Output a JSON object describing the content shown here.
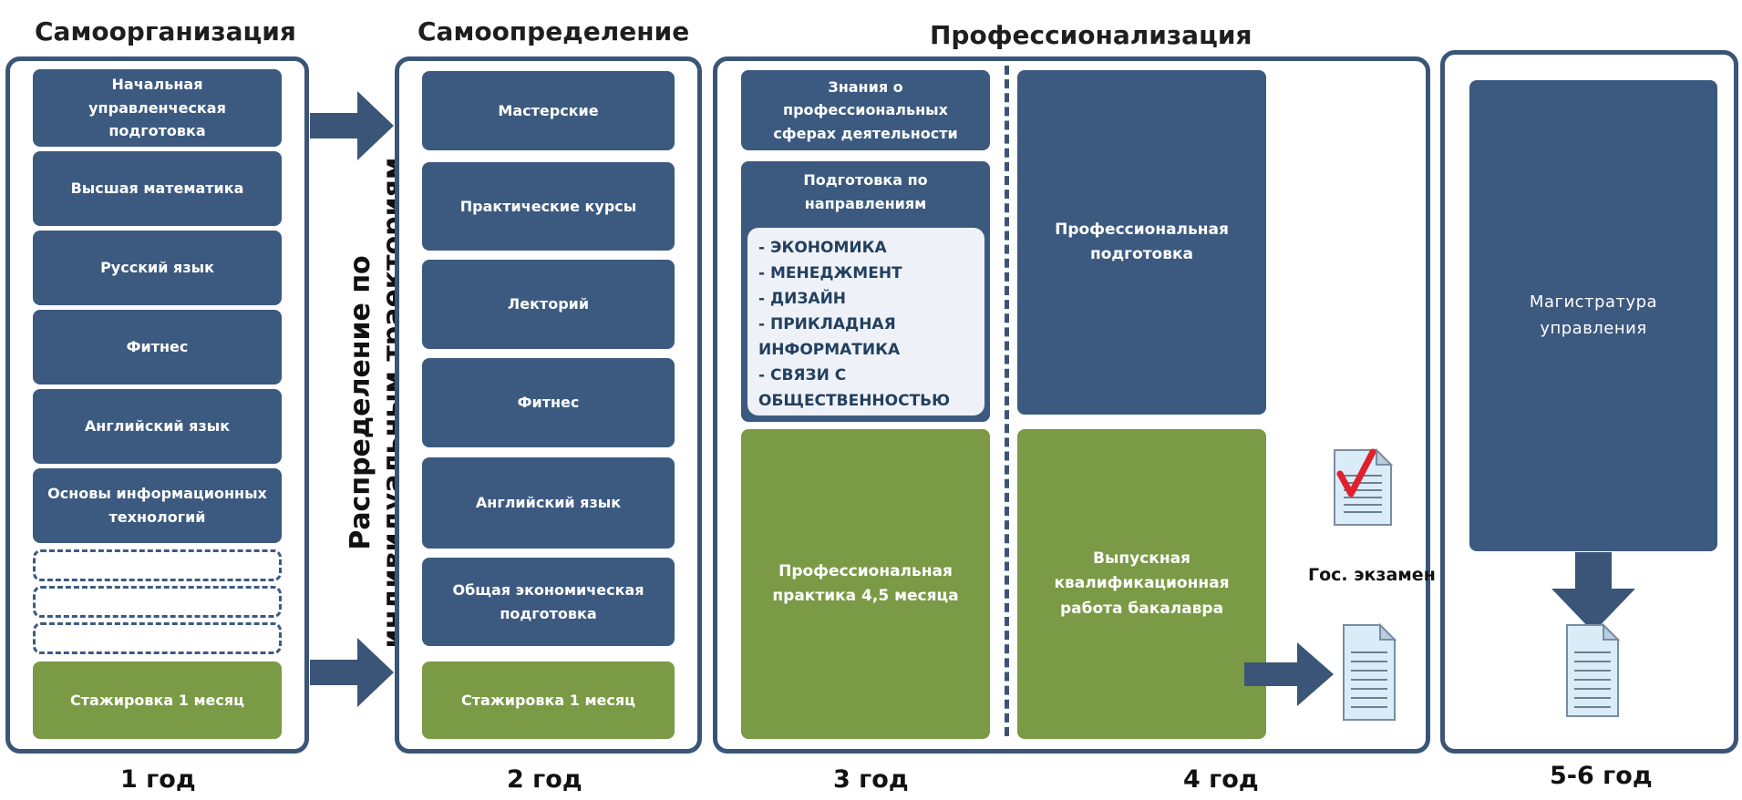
{
  "headings": {
    "self_organization": "Самоорганизация",
    "self_determination": "Самоопределение",
    "professionalization": "Профессионализация"
  },
  "distribution_label": {
    "line1": "Распределение по",
    "line2": "индивидуальным траекториям"
  },
  "column1": {
    "items": [
      "Начальная управленческая подготовка",
      "Высшая математика",
      "Русский язык",
      "Фитнес",
      "Английский язык",
      "Основы информационных технологий"
    ],
    "internship": "Стажировка 1 месяц"
  },
  "column2": {
    "items": [
      "Мастерские",
      "Практические курсы",
      "Лекторий",
      "Фитнес",
      "Английский язык",
      "Общая экономическая подготовка"
    ],
    "internship": "Стажировка 1 месяц"
  },
  "year3": {
    "knowledge": "Знания о профессиональных сферах деятельности",
    "training_title": "Подготовка по направлениям",
    "directions": [
      "- ЭКОНОМИКА",
      "- МЕНЕДЖМЕНТ",
      "- ДИЗАЙН",
      "- ПРИКЛАДНАЯ",
      "ИНФОРМАТИКА",
      "- СВЯЗИ С",
      "ОБЩЕСТВЕННОСТЬЮ"
    ],
    "practice": "Профессиональная практика 4,5 месяца"
  },
  "year4": {
    "professional_training": "Профессиональная подготовка",
    "thesis": "Выпускная квалификационная работа бакалавра",
    "state_exam": "Гос. экзамен"
  },
  "masters": {
    "label": "Магистратура управления"
  },
  "years": {
    "y1": "1 год",
    "y2": "2 год",
    "y3": "3 год",
    "y4": "4 год",
    "y56": "5-6 год"
  },
  "colors": {
    "frame": "#3a5577",
    "blue_box": "#3c5a80",
    "green_box": "#7a9a45",
    "list_bg": "#eef2f8",
    "checkmark": "#e0202a"
  }
}
